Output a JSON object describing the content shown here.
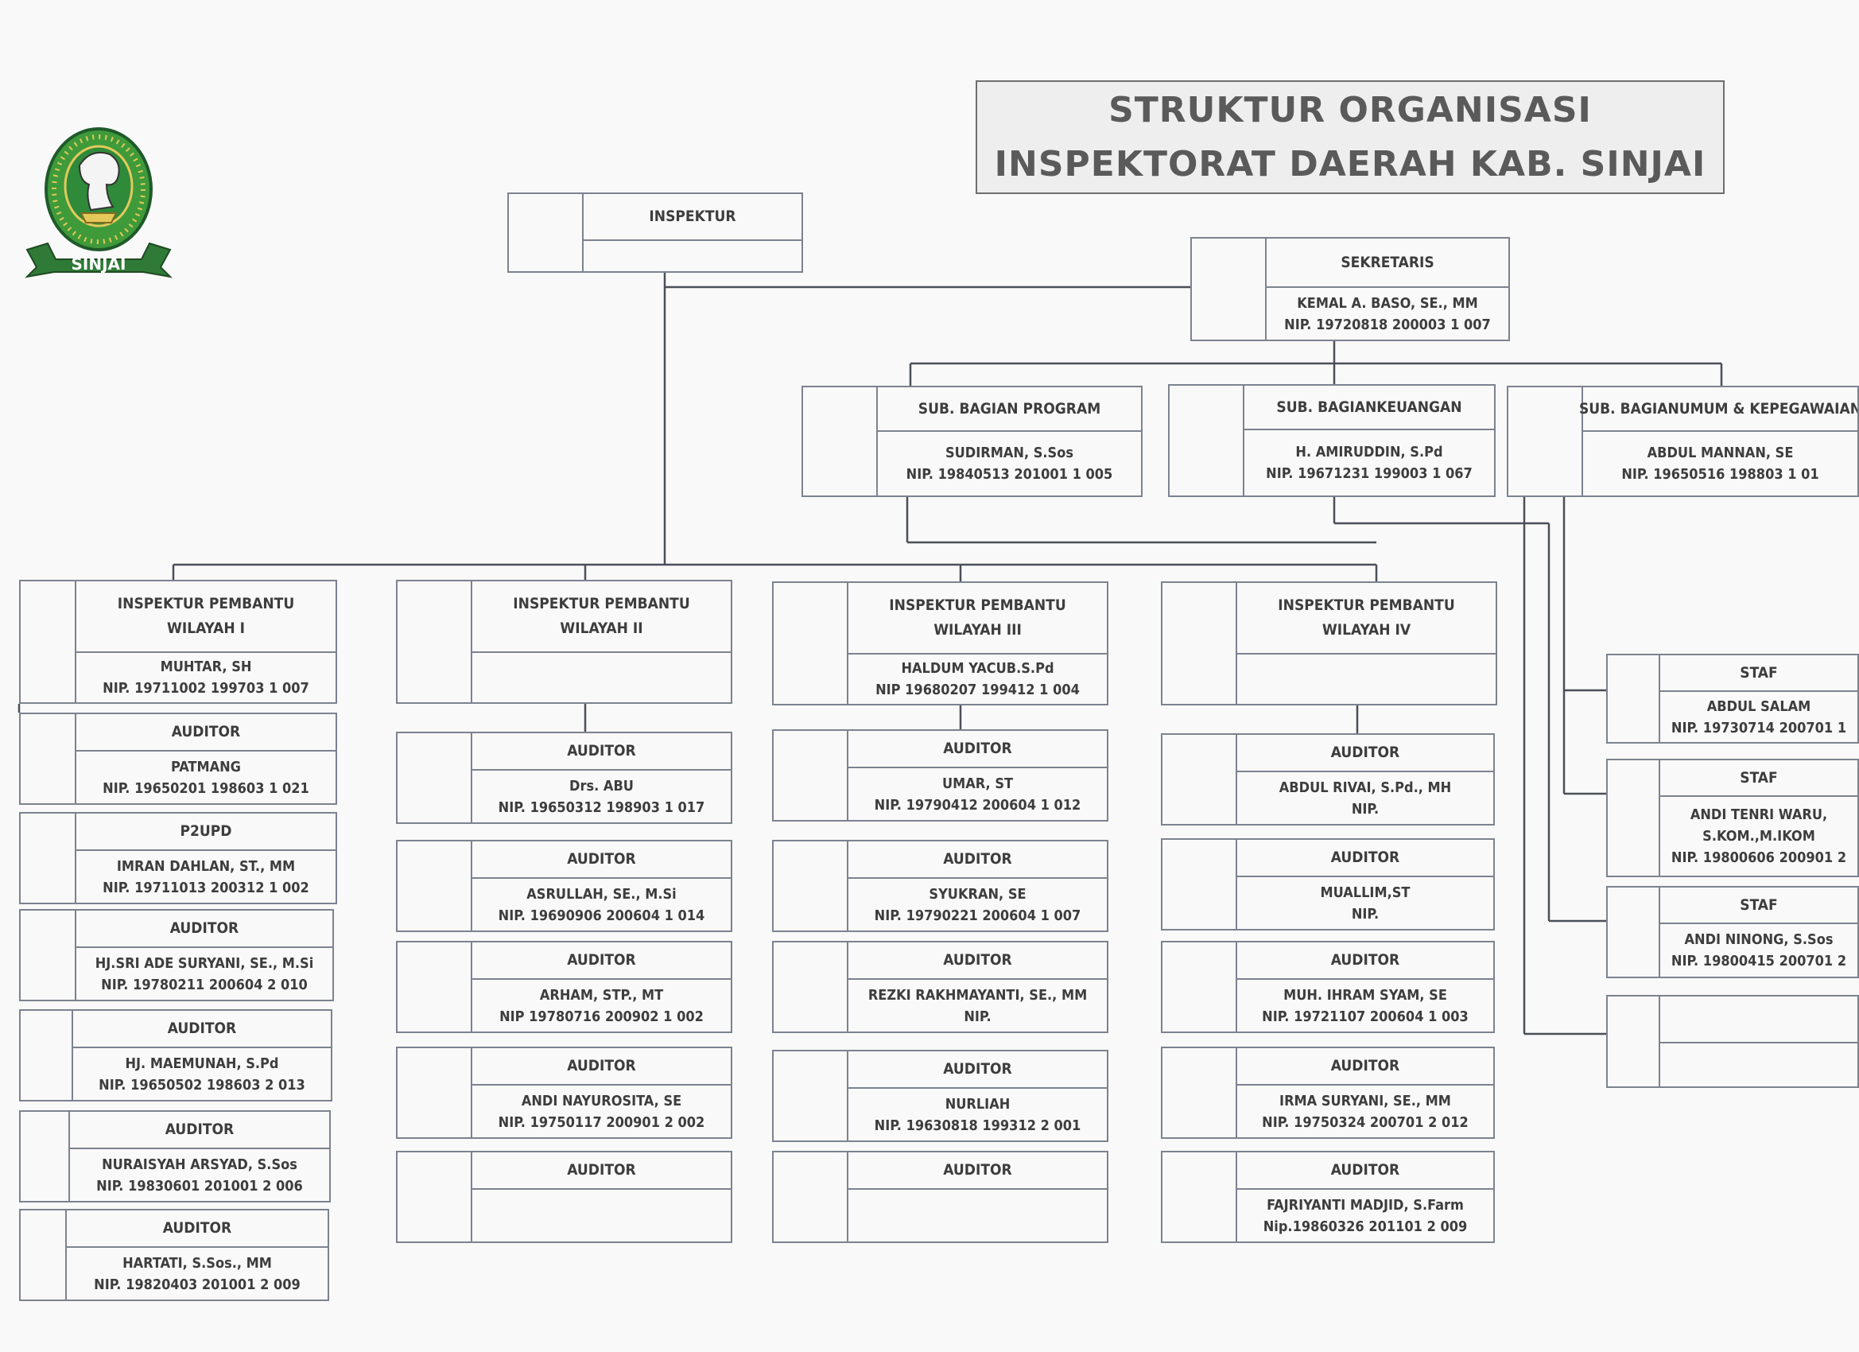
{
  "title": {
    "line1": "STRUKTUR ORGANISASI",
    "line2": "INSPEKTORAT DAERAH KAB. SINJAI"
  },
  "logo": {
    "text": "SINJAI",
    "icon": "horse-emblem-icon",
    "colors": {
      "green": "#3f9a3a",
      "gold": "#e3c95a",
      "dark_green": "#1f5a2a"
    }
  },
  "colors": {
    "line": "#4a4f5a",
    "box_border": "#7c8290",
    "text": "#3d3d3d"
  },
  "inspektur": {
    "title": [
      "INSPEKTUR"
    ],
    "lines": []
  },
  "sekretaris": {
    "title": [
      "SEKRETARIS"
    ],
    "lines": [
      "KEMAL A. BASO, SE., MM",
      "NIP. 19720818 200003 1 007"
    ]
  },
  "subbagian": [
    {
      "title": [
        "SUB. BAGIAN PROGRAM"
      ],
      "lines": [
        "SUDIRMAN, S.Sos",
        "NIP. 19840513 201001 1 005"
      ]
    },
    {
      "title": [
        "SUB. BAGIANKEUANGAN"
      ],
      "lines": [
        "H. AMIRUDDIN, S.Pd",
        "NIP. 19671231 199003 1 067"
      ]
    },
    {
      "title": [
        "SUB. BAGIANUMUM & KEPEGAWAIAN"
      ],
      "lines": [
        "ABDUL MANNAN, SE",
        "NIP. 19650516 198803 1 01"
      ]
    }
  ],
  "wilayah": [
    {
      "head": {
        "title": [
          "INSPEKTUR PEMBANTU",
          "WILAYAH I"
        ],
        "lines": [
          "MUHTAR, SH",
          "NIP. 19711002 199703 1 007"
        ]
      },
      "members": [
        {
          "title": [
            "AUDITOR"
          ],
          "lines": [
            "PATMANG",
            "NIP. 19650201 198603 1 021"
          ]
        },
        {
          "title": [
            "P2UPD"
          ],
          "lines": [
            "IMRAN DAHLAN, ST., MM",
            "NIP. 19711013 200312 1 002"
          ]
        },
        {
          "title": [
            "AUDITOR"
          ],
          "lines": [
            "HJ.SRI ADE SURYANI, SE., M.Si",
            "NIP. 19780211 200604 2 010"
          ]
        },
        {
          "title": [
            "AUDITOR"
          ],
          "lines": [
            "HJ. MAEMUNAH, S.Pd",
            "NIP. 19650502 198603 2 013"
          ]
        },
        {
          "title": [
            "AUDITOR"
          ],
          "lines": [
            "NURAISYAH ARSYAD, S.Sos",
            "NIP. 19830601 201001 2 006"
          ]
        },
        {
          "title": [
            "AUDITOR"
          ],
          "lines": [
            "HARTATI, S.Sos., MM",
            "NIP. 19820403 201001 2 009"
          ]
        }
      ]
    },
    {
      "head": {
        "title": [
          "INSPEKTUR PEMBANTU",
          "WILAYAH II"
        ],
        "lines": []
      },
      "members": [
        {
          "title": [
            "AUDITOR"
          ],
          "lines": [
            "Drs. ABU",
            "NIP. 19650312 198903 1 017"
          ]
        },
        {
          "title": [
            "AUDITOR"
          ],
          "lines": [
            "ASRULLAH, SE., M.Si",
            "NIP. 19690906 200604 1 014"
          ]
        },
        {
          "title": [
            "AUDITOR"
          ],
          "lines": [
            "ARHAM, STP., MT",
            "NIP 19780716 200902 1 002"
          ]
        },
        {
          "title": [
            "AUDITOR"
          ],
          "lines": [
            "ANDI NAYUROSITA, SE",
            "NIP. 19750117 200901 2 002"
          ]
        },
        {
          "title": [
            "AUDITOR"
          ],
          "lines": []
        }
      ]
    },
    {
      "head": {
        "title": [
          "INSPEKTUR PEMBANTU",
          "WILAYAH III"
        ],
        "lines": [
          "HALDUM YACUB.S.Pd",
          "NIP 19680207 199412 1 004"
        ]
      },
      "members": [
        {
          "title": [
            "AUDITOR"
          ],
          "lines": [
            "UMAR, ST",
            "NIP. 19790412 200604 1 012"
          ]
        },
        {
          "title": [
            "AUDITOR"
          ],
          "lines": [
            "SYUKRAN, SE",
            "NIP. 19790221 200604 1 007"
          ]
        },
        {
          "title": [
            "AUDITOR"
          ],
          "lines": [
            "REZKI RAKHMAYANTI, SE., MM",
            "NIP."
          ]
        },
        {
          "title": [
            "AUDITOR"
          ],
          "lines": [
            "NURLIAH",
            "NIP. 19630818 199312 2 001"
          ]
        },
        {
          "title": [
            "AUDITOR"
          ],
          "lines": []
        }
      ]
    },
    {
      "head": {
        "title": [
          "INSPEKTUR PEMBANTU",
          "WILAYAH IV"
        ],
        "lines": []
      },
      "members": [
        {
          "title": [
            "AUDITOR"
          ],
          "lines": [
            "ABDUL RIVAI, S.Pd., MH",
            "NIP."
          ]
        },
        {
          "title": [
            "AUDITOR"
          ],
          "lines": [
            "MUALLIM,ST",
            "NIP."
          ]
        },
        {
          "title": [
            "AUDITOR"
          ],
          "lines": [
            "MUH. IHRAM SYAM, SE",
            "NIP. 19721107 200604 1 003"
          ]
        },
        {
          "title": [
            "AUDITOR"
          ],
          "lines": [
            "IRMA SURYANI, SE., MM",
            "NIP. 19750324 200701 2 012"
          ]
        },
        {
          "title": [
            "AUDITOR"
          ],
          "lines": [
            "FAJRIYANTI MADJID, S.Farm",
            "Nip.19860326 201101 2 009"
          ]
        }
      ]
    }
  ],
  "staf": [
    {
      "title": [
        "STAF"
      ],
      "lines": [
        "ABDUL SALAM",
        "NIP. 19730714 200701 1"
      ]
    },
    {
      "title": [
        "STAF"
      ],
      "lines": [
        "ANDI TENRI WARU,",
        "S.KOM.,M.IKOM",
        "NIP. 19800606 200901 2"
      ]
    },
    {
      "title": [
        "STAF"
      ],
      "lines": [
        "ANDI NINONG, S.Sos",
        "NIP. 19800415 200701 2"
      ]
    },
    {
      "title": [],
      "lines": []
    }
  ]
}
